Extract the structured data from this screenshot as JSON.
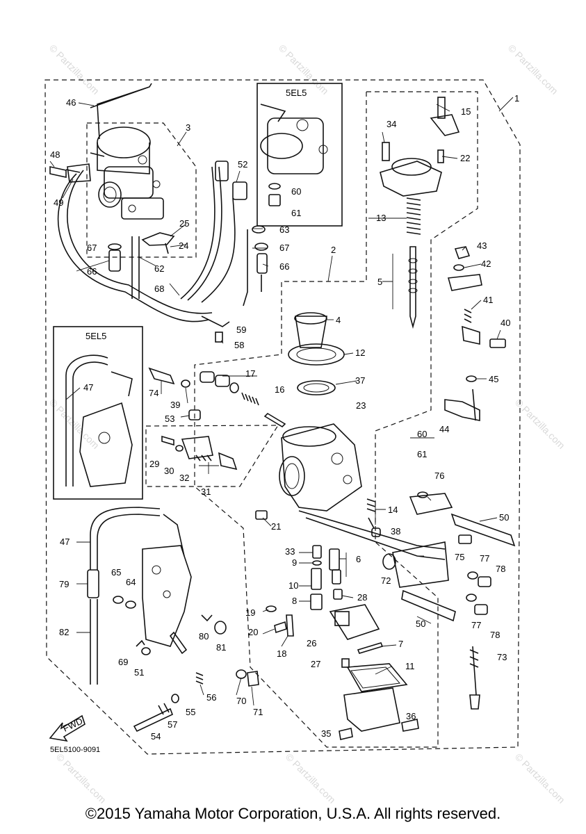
{
  "diagram": {
    "code": "5EL5100-9091",
    "model_tag": "5EL5",
    "fwd_label": "FWD",
    "watermark": "© Partzilla.com",
    "copyright": "©2015 Yamaha Motor Corporation, U.S.A. All rights reserved."
  },
  "callouts": [
    {
      "id": "c1",
      "text": "1"
    },
    {
      "id": "c2",
      "text": "2"
    },
    {
      "id": "c3",
      "text": "3"
    },
    {
      "id": "c4",
      "text": "4"
    },
    {
      "id": "c5",
      "text": "5"
    },
    {
      "id": "c6",
      "text": "6"
    },
    {
      "id": "c7",
      "text": "7"
    },
    {
      "id": "c8",
      "text": "8"
    },
    {
      "id": "c9",
      "text": "9"
    },
    {
      "id": "c10",
      "text": "10"
    },
    {
      "id": "c11",
      "text": "11"
    },
    {
      "id": "c12",
      "text": "12"
    },
    {
      "id": "c13",
      "text": "13"
    },
    {
      "id": "c14",
      "text": "14"
    },
    {
      "id": "c15",
      "text": "15"
    },
    {
      "id": "c16",
      "text": "16"
    },
    {
      "id": "c17",
      "text": "17"
    },
    {
      "id": "c18",
      "text": "18"
    },
    {
      "id": "c19",
      "text": "19"
    },
    {
      "id": "c20",
      "text": "20"
    },
    {
      "id": "c21",
      "text": "21"
    },
    {
      "id": "c22",
      "text": "22"
    },
    {
      "id": "c23",
      "text": "23"
    },
    {
      "id": "c24",
      "text": "24"
    },
    {
      "id": "c25",
      "text": "25"
    },
    {
      "id": "c26",
      "text": "26"
    },
    {
      "id": "c27",
      "text": "27"
    },
    {
      "id": "c28",
      "text": "28"
    },
    {
      "id": "c29",
      "text": "29"
    },
    {
      "id": "c30",
      "text": "30"
    },
    {
      "id": "c31",
      "text": "31"
    },
    {
      "id": "c32",
      "text": "32"
    },
    {
      "id": "c33",
      "text": "33"
    },
    {
      "id": "c34",
      "text": "34"
    },
    {
      "id": "c35",
      "text": "35"
    },
    {
      "id": "c36",
      "text": "36"
    },
    {
      "id": "c37",
      "text": "37"
    },
    {
      "id": "c38",
      "text": "38"
    },
    {
      "id": "c39",
      "text": "39"
    },
    {
      "id": "c40",
      "text": "40"
    },
    {
      "id": "c41",
      "text": "41"
    },
    {
      "id": "c42",
      "text": "42"
    },
    {
      "id": "c43",
      "text": "43"
    },
    {
      "id": "c44",
      "text": "44"
    },
    {
      "id": "c45",
      "text": "45"
    },
    {
      "id": "c46",
      "text": "46"
    },
    {
      "id": "c47a",
      "text": "47"
    },
    {
      "id": "c47b",
      "text": "47"
    },
    {
      "id": "c48",
      "text": "48"
    },
    {
      "id": "c49",
      "text": "49"
    },
    {
      "id": "c50a",
      "text": "50"
    },
    {
      "id": "c50b",
      "text": "50"
    },
    {
      "id": "c51",
      "text": "51"
    },
    {
      "id": "c52",
      "text": "52"
    },
    {
      "id": "c53",
      "text": "53"
    },
    {
      "id": "c54",
      "text": "54"
    },
    {
      "id": "c55",
      "text": "55"
    },
    {
      "id": "c56",
      "text": "56"
    },
    {
      "id": "c57",
      "text": "57"
    },
    {
      "id": "c58",
      "text": "58"
    },
    {
      "id": "c59",
      "text": "59"
    },
    {
      "id": "c60a",
      "text": "60"
    },
    {
      "id": "c60b",
      "text": "60"
    },
    {
      "id": "c61a",
      "text": "61"
    },
    {
      "id": "c61b",
      "text": "61"
    },
    {
      "id": "c62",
      "text": "62"
    },
    {
      "id": "c63",
      "text": "63"
    },
    {
      "id": "c64",
      "text": "64"
    },
    {
      "id": "c65",
      "text": "65"
    },
    {
      "id": "c66a",
      "text": "66"
    },
    {
      "id": "c66b",
      "text": "66"
    },
    {
      "id": "c67a",
      "text": "67"
    },
    {
      "id": "c67b",
      "text": "67"
    },
    {
      "id": "c68",
      "text": "68"
    },
    {
      "id": "c69",
      "text": "69"
    },
    {
      "id": "c70",
      "text": "70"
    },
    {
      "id": "c71",
      "text": "71"
    },
    {
      "id": "c72",
      "text": "72"
    },
    {
      "id": "c73",
      "text": "73"
    },
    {
      "id": "c74",
      "text": "74"
    },
    {
      "id": "c75",
      "text": "75"
    },
    {
      "id": "c76",
      "text": "76"
    },
    {
      "id": "c77a",
      "text": "77"
    },
    {
      "id": "c77b",
      "text": "77"
    },
    {
      "id": "c78a",
      "text": "78"
    },
    {
      "id": "c78b",
      "text": "78"
    },
    {
      "id": "c79",
      "text": "79"
    },
    {
      "id": "c80",
      "text": "80"
    },
    {
      "id": "c81",
      "text": "81"
    },
    {
      "id": "c82",
      "text": "82"
    }
  ]
}
